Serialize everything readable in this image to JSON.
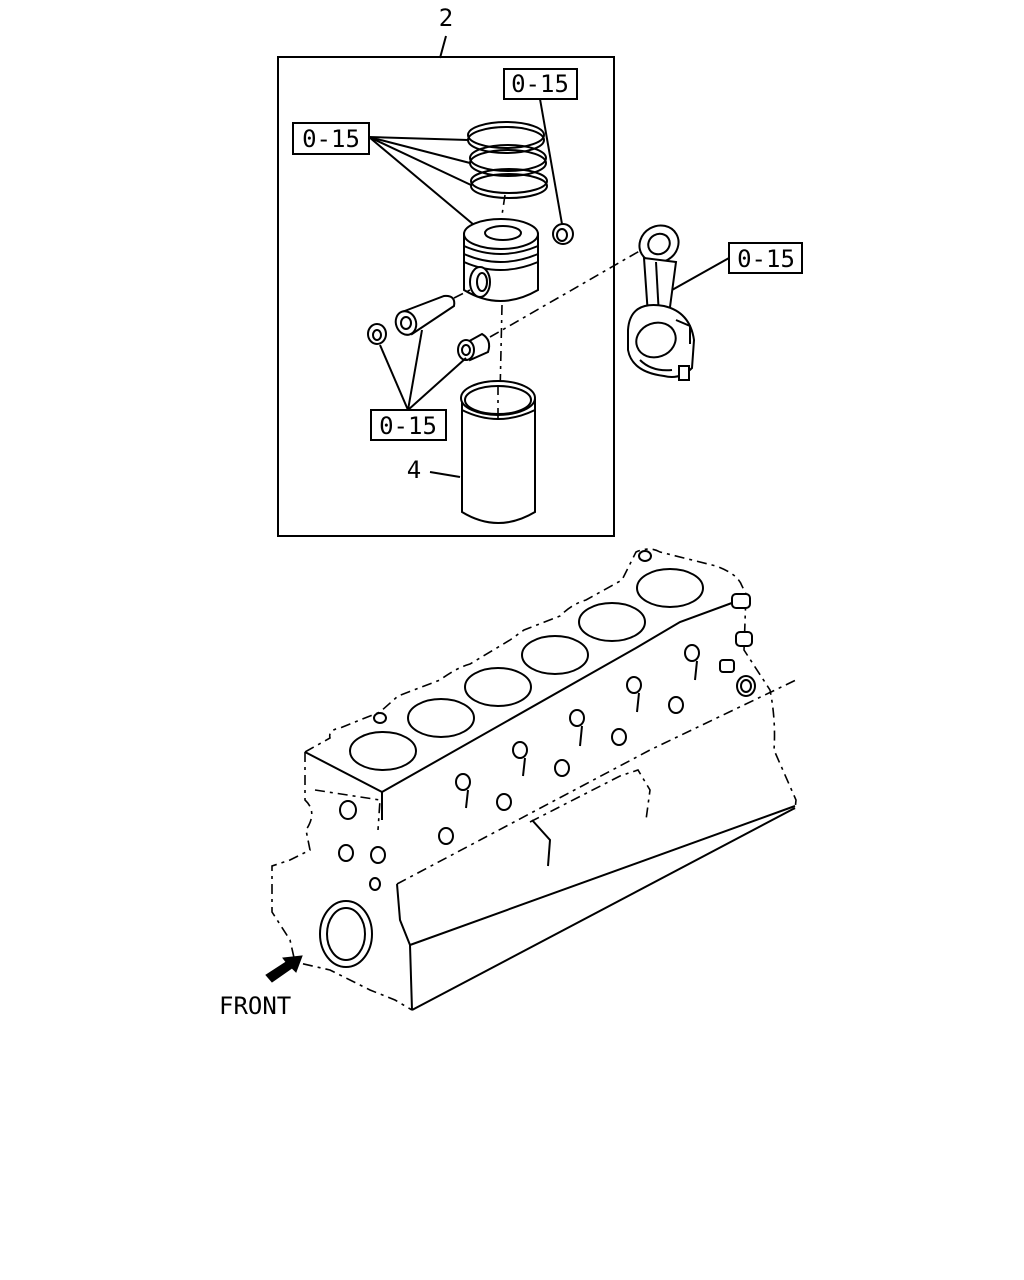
{
  "callouts": {
    "assembly_ref": "2",
    "liner_ref": "4",
    "rings_ref": "0-15",
    "snap_ring_ref": "0-15",
    "conrod_ref": "0-15",
    "pin_clip_ref": "0-15"
  },
  "front_label": "FRONT",
  "icons": {
    "front_arrow": "arrow-down-left-icon"
  }
}
